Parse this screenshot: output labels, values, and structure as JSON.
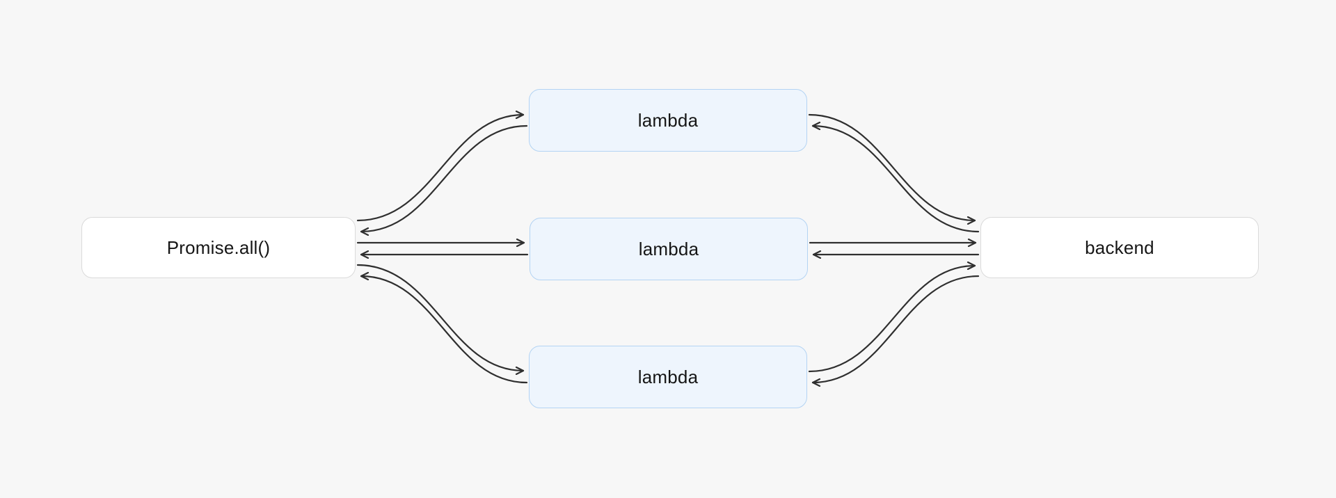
{
  "diagram": {
    "type": "flow-diagram",
    "title": "",
    "nodes": {
      "promise": {
        "label": "Promise.all()",
        "kind": "plain"
      },
      "lambda_1": {
        "label": "lambda",
        "kind": "lambda"
      },
      "lambda_2": {
        "label": "lambda",
        "kind": "lambda"
      },
      "lambda_3": {
        "label": "lambda",
        "kind": "lambda"
      },
      "backend": {
        "label": "backend",
        "kind": "plain"
      }
    },
    "edges": [
      {
        "from": "promise",
        "to": "lambda_1",
        "style": "curved",
        "arrowhead": "open"
      },
      {
        "from": "lambda_1",
        "to": "promise",
        "style": "curved",
        "arrowhead": "open"
      },
      {
        "from": "promise",
        "to": "lambda_2",
        "style": "straight",
        "arrowhead": "open"
      },
      {
        "from": "lambda_2",
        "to": "promise",
        "style": "straight",
        "arrowhead": "open"
      },
      {
        "from": "promise",
        "to": "lambda_3",
        "style": "curved",
        "arrowhead": "open"
      },
      {
        "from": "lambda_3",
        "to": "promise",
        "style": "curved",
        "arrowhead": "open"
      },
      {
        "from": "lambda_1",
        "to": "backend",
        "style": "curved",
        "arrowhead": "open"
      },
      {
        "from": "backend",
        "to": "lambda_1",
        "style": "curved",
        "arrowhead": "open"
      },
      {
        "from": "lambda_2",
        "to": "backend",
        "style": "straight",
        "arrowhead": "open"
      },
      {
        "from": "backend",
        "to": "lambda_2",
        "style": "straight",
        "arrowhead": "open"
      },
      {
        "from": "lambda_3",
        "to": "backend",
        "style": "curved",
        "arrowhead": "open"
      },
      {
        "from": "backend",
        "to": "lambda_3",
        "style": "curved",
        "arrowhead": "open"
      }
    ],
    "colors": {
      "background": "#f7f7f7",
      "plain_node_fill": "#ffffff",
      "plain_node_border": "#dadada",
      "lambda_node_fill": "#eef5fd",
      "lambda_node_border": "#b3d3f3",
      "edge_stroke": "#2f2f2f",
      "text": "#161616"
    }
  }
}
